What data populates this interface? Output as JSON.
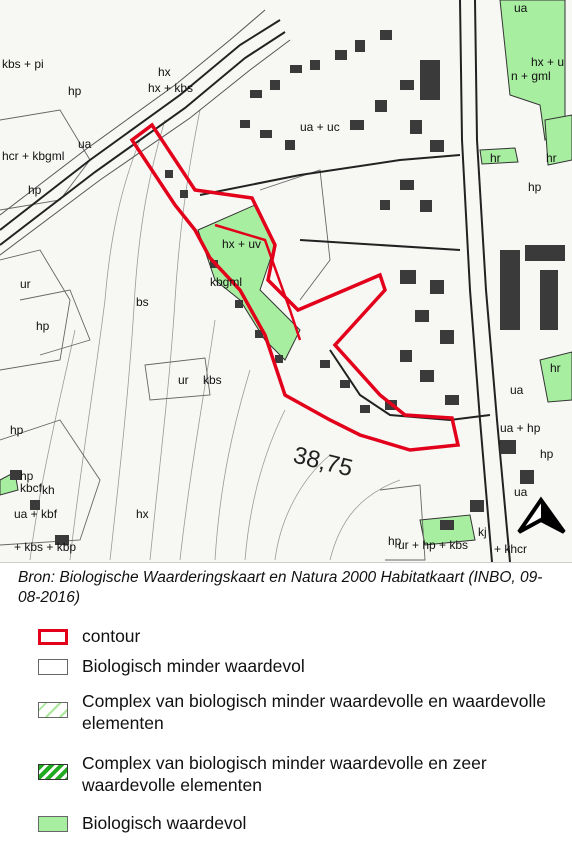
{
  "map": {
    "colors": {
      "contour": "#e2001a",
      "biologisch_waardevol": "#a8eea0",
      "buildings": "#3a3a3a",
      "roads": "#222222",
      "background": "#f7f7f4"
    },
    "labels": [
      {
        "text": "ua"
      },
      {
        "text": "kbs + pi"
      },
      {
        "text": "hx"
      },
      {
        "text": "hx + kbs"
      },
      {
        "text": "hp"
      },
      {
        "text": "ua + uc"
      },
      {
        "text": "hcr + kbgml"
      },
      {
        "text": "ua"
      },
      {
        "text": "hp"
      },
      {
        "text": "hx + uv"
      },
      {
        "text": "kbgml"
      },
      {
        "text": "ur"
      },
      {
        "text": "bs"
      },
      {
        "text": "hp"
      },
      {
        "text": "ur"
      },
      {
        "text": "kbs"
      },
      {
        "text": "hp"
      },
      {
        "text": "hp"
      },
      {
        "text": "kbcf"
      },
      {
        "text": "kh"
      },
      {
        "text": "ua + kbf"
      },
      {
        "text": "hx"
      },
      {
        "text": "+ kbs + kbp"
      },
      {
        "text": "hx + u"
      },
      {
        "text": "n + gml"
      },
      {
        "text": "hr"
      },
      {
        "text": "hr"
      },
      {
        "text": "hp"
      },
      {
        "text": "ua"
      },
      {
        "text": "ua + hp"
      },
      {
        "text": "hp"
      },
      {
        "text": "ua"
      },
      {
        "text": "hp"
      },
      {
        "text": "ur + hp + kbs"
      },
      {
        "text": "+ khcr"
      },
      {
        "text": "kj"
      },
      {
        "text": "hr"
      }
    ],
    "contour_label": "38,75",
    "north_arrow_icon": "north-arrow-icon"
  },
  "source": "Bron: Biologische Waarderingskaart en Natura 2000 Habitatkaart (INBO, 09-08-2016)",
  "legend": [
    {
      "label": "contour",
      "swatch": "contour",
      "icon": "red-outline-swatch-icon"
    },
    {
      "label": "Biologisch minder waardevol",
      "swatch": "minder",
      "icon": "white-swatch-icon"
    },
    {
      "label": "Complex van biologisch minder waardevolle en waardevolle elementen",
      "swatch": "complex1",
      "icon": "light-hatched-swatch-icon"
    },
    {
      "label": "Complex van biologisch minder waardevolle en zeer waardevolle elementen",
      "swatch": "complex2",
      "icon": "dark-hatched-swatch-icon"
    },
    {
      "label": "Biologisch waardevol",
      "swatch": "waardevol",
      "icon": "green-swatch-icon"
    }
  ]
}
